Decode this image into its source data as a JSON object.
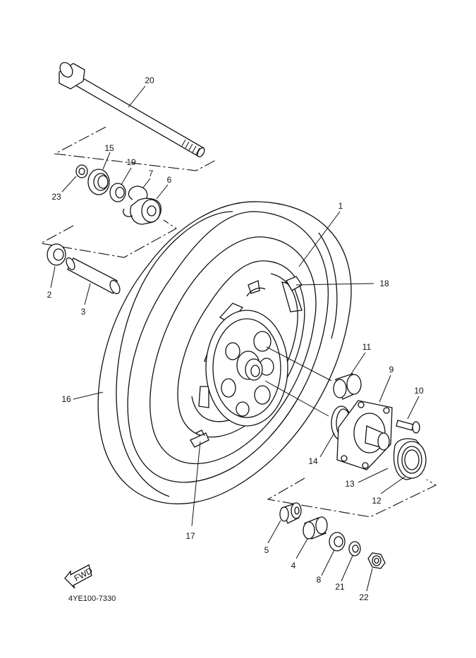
{
  "diagram": {
    "code": "4YE100-7330",
    "fwd_label": "FWD",
    "callouts": [
      "1",
      "2",
      "3",
      "4",
      "5",
      "6",
      "7",
      "8",
      "9",
      "10",
      "11",
      "12",
      "13",
      "14",
      "15",
      "16",
      "17",
      "18",
      "19",
      "20",
      "21",
      "22",
      "23"
    ]
  }
}
